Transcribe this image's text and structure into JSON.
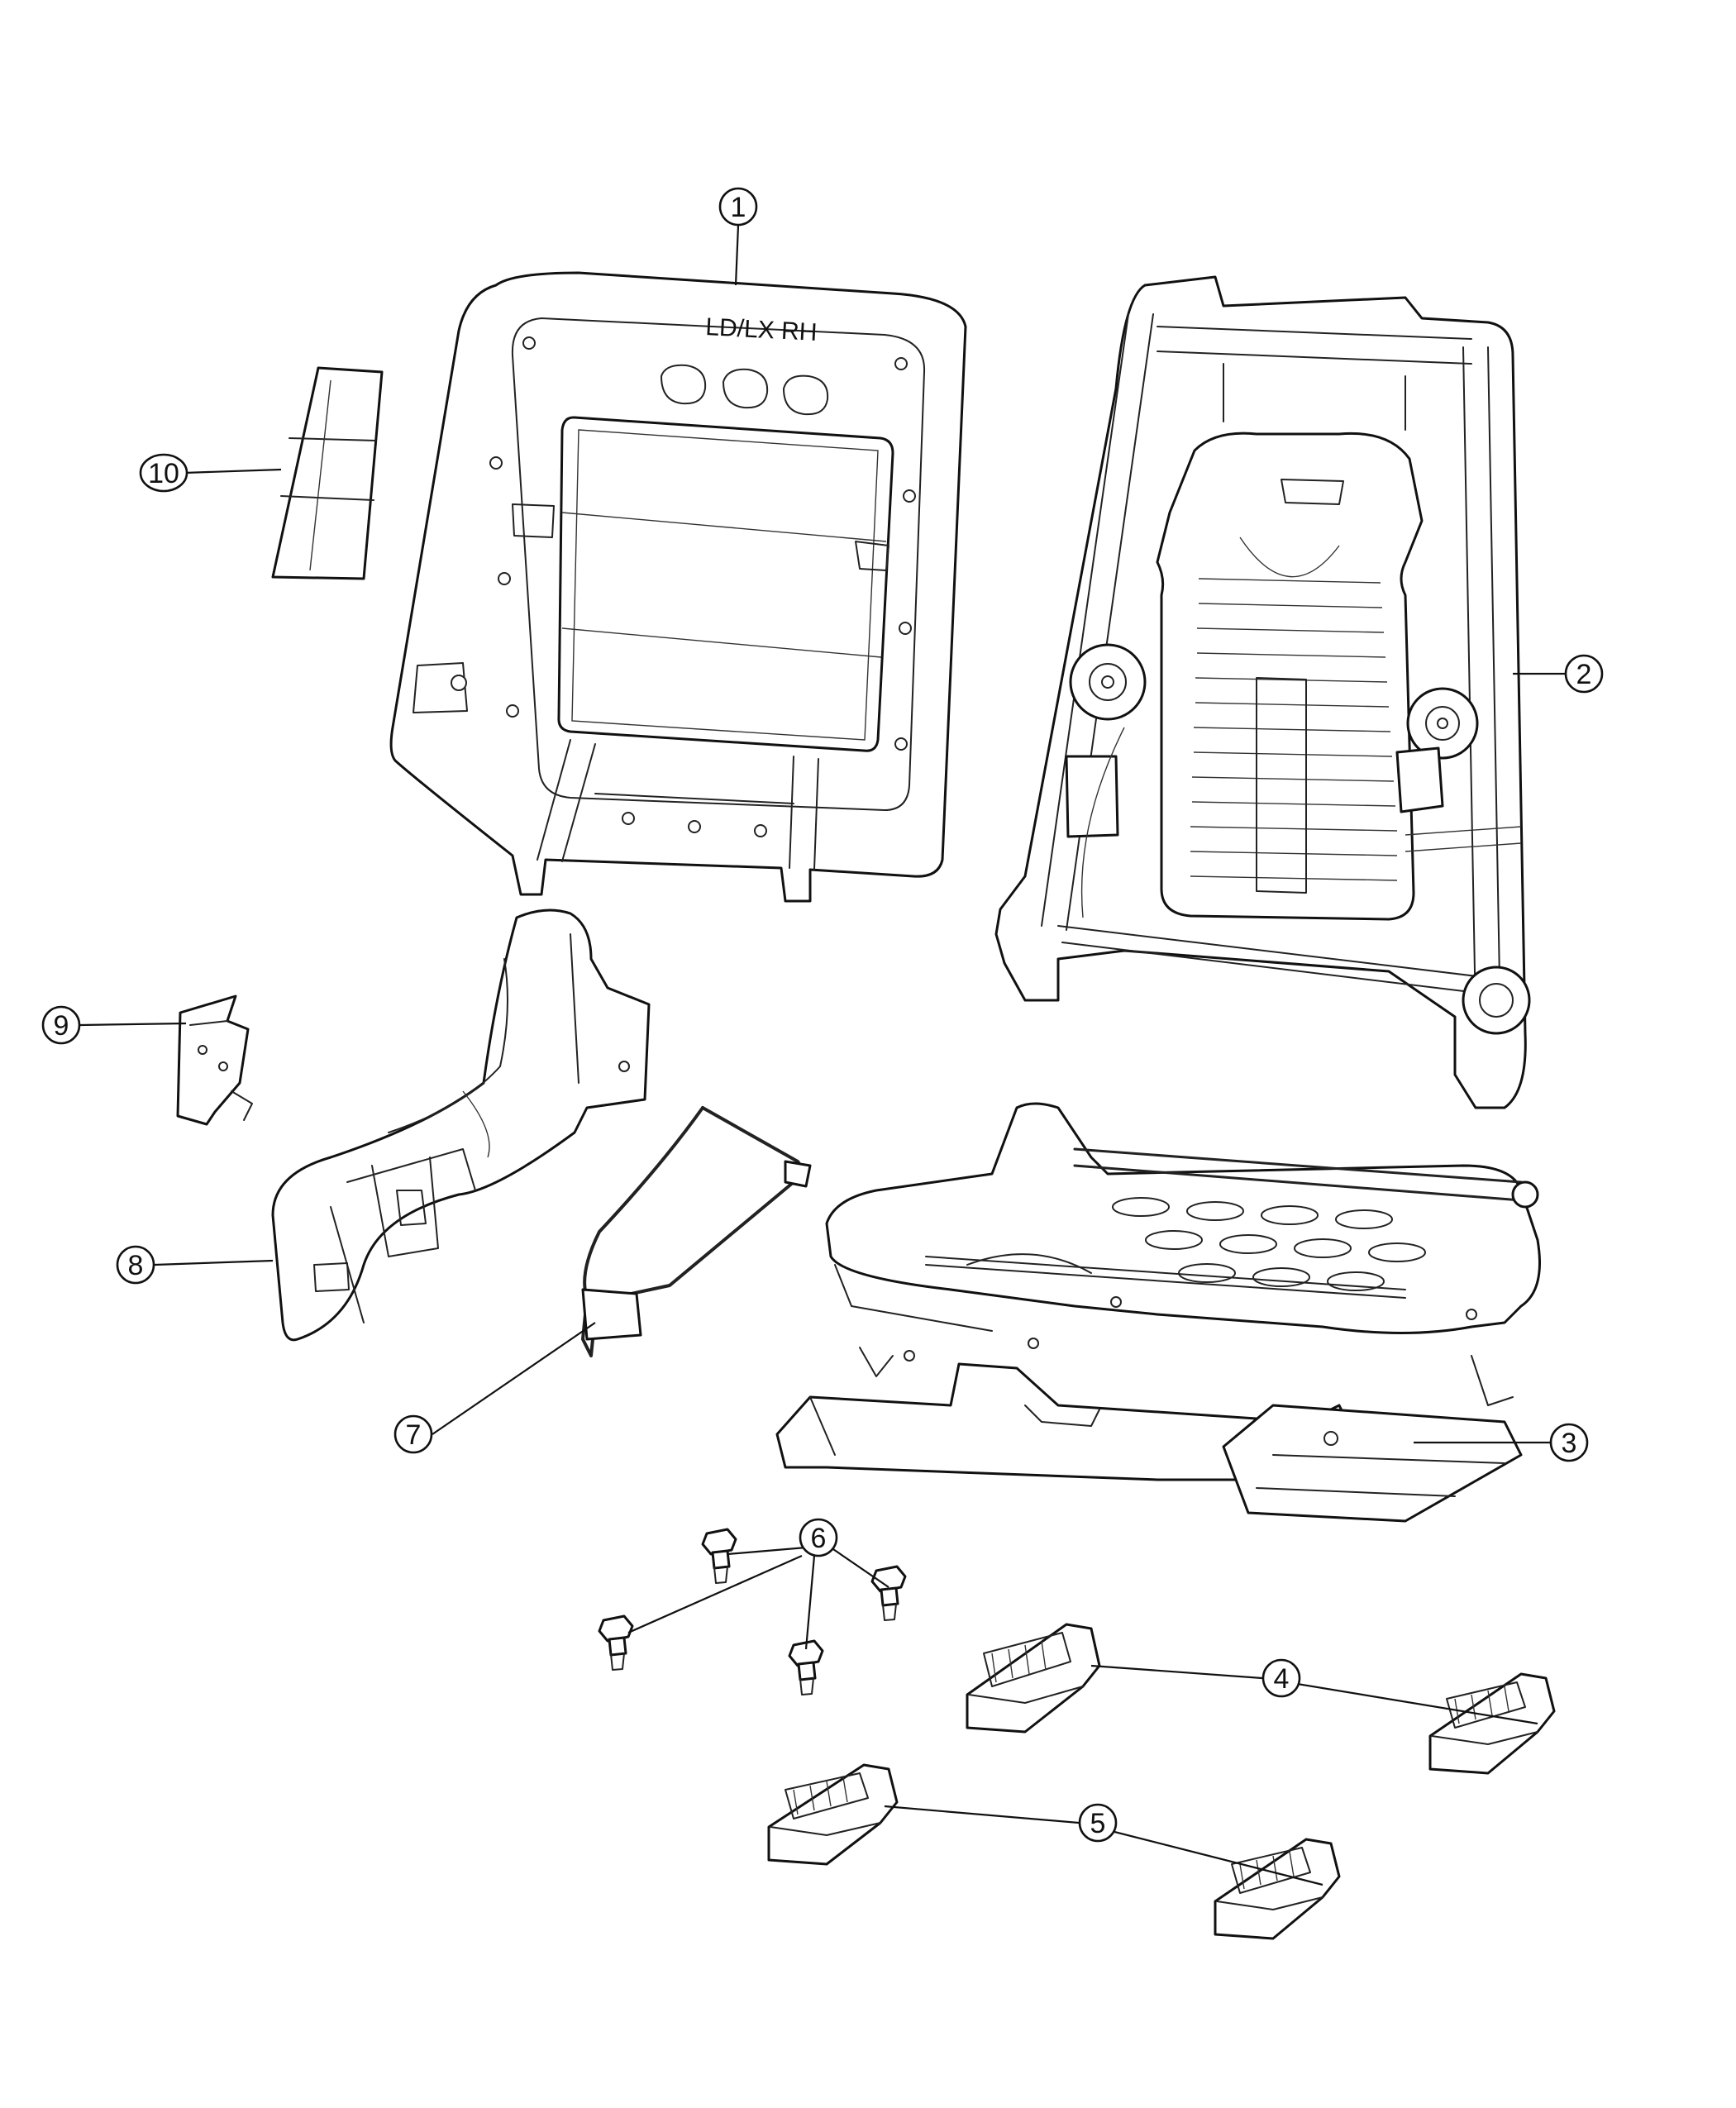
{
  "diagram": {
    "callouts": [
      {
        "id": "1",
        "label": "1"
      },
      {
        "id": "2",
        "label": "2"
      },
      {
        "id": "3",
        "label": "3"
      },
      {
        "id": "4",
        "label": "4"
      },
      {
        "id": "5",
        "label": "5"
      },
      {
        "id": "6",
        "label": "6"
      },
      {
        "id": "7",
        "label": "7"
      },
      {
        "id": "8",
        "label": "8"
      },
      {
        "id": "9",
        "label": "9"
      },
      {
        "id": "10",
        "label": "10"
      }
    ],
    "stamp_text": "LD/LX RH"
  }
}
